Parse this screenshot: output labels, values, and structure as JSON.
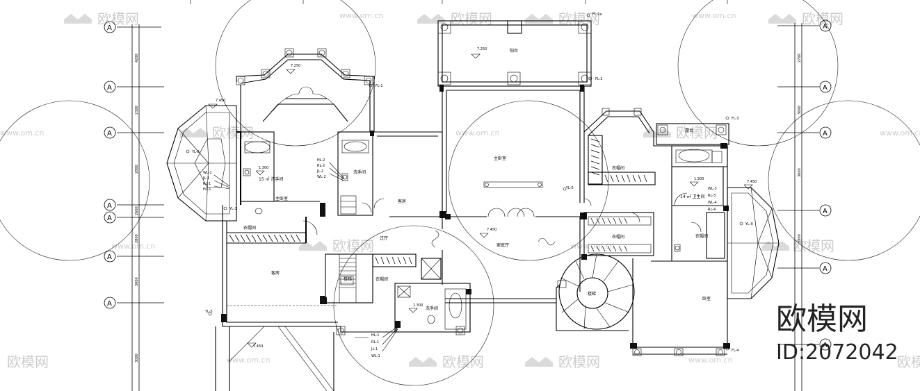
{
  "axis_label": "A",
  "rooms": {
    "balcony_top": "阳台",
    "master_bedroom": "主卧室",
    "wardrobe_a": "衣帽间",
    "wardrobe_b": "衣帽间",
    "wardrobe_c": "衣帽间",
    "wardrobe_d": "衣帽间",
    "bath_left": "洗手间",
    "bath_left_area": "15 ㎡ 洗手间",
    "bath_right_area": "14 ㎡ 卫生间",
    "washroom": "洗手间",
    "washroom_2": "洗手间",
    "bedroom_left": "主卧室",
    "guest_room": "客房",
    "bedroom_big": "客房",
    "corridor": "过厅",
    "family_hall": "家庭厅",
    "stair": "楼梯",
    "stair_2": "楼梯",
    "balcony_right": "露台",
    "bedroom_right": "卧室",
    "wardrobe_top": "衣帽间"
  },
  "elevations": {
    "e1": "7.250",
    "e2": "7.250",
    "e3": "7.450",
    "e4": "1.300",
    "e5": "1.300",
    "e6": "7.450",
    "e7": "1.300",
    "e8": "7.450",
    "e9": "7.450"
  },
  "pipes": {
    "fl1": "FL-1",
    "fl2": "FL-2",
    "fl2a": "FL-2a",
    "fl3": "FL-3",
    "fl4": "FL-4",
    "yl1": "YL-1",
    "yl5": "YL-5",
    "yl8": "YL-8",
    "yl9": "YL-9",
    "yl5b": "YL-5",
    "wl1": "WL-1",
    "wl2": "WL-2",
    "wl3": "WL-3",
    "wl4": "WL-4",
    "jl1": "JL-1",
    "jl2": "JL-2",
    "rl1": "RL-1",
    "rl2": "RL-2",
    "rl3": "RL-3",
    "rl4": "RL-4",
    "hl1": "HL-1",
    "hl2": "HL-2"
  },
  "dims": {
    "d1": "4200",
    "d2": "2300",
    "d3": "2800",
    "d4": "2600",
    "d5": "2800",
    "d6": "3000",
    "d7": "3000",
    "d8": "2700",
    "d9": "3600",
    "d10": "3600",
    "d11": "3300"
  },
  "watermark": {
    "brand": "欧模网",
    "url": "www.om.cn",
    "id": "ID:2072042"
  }
}
